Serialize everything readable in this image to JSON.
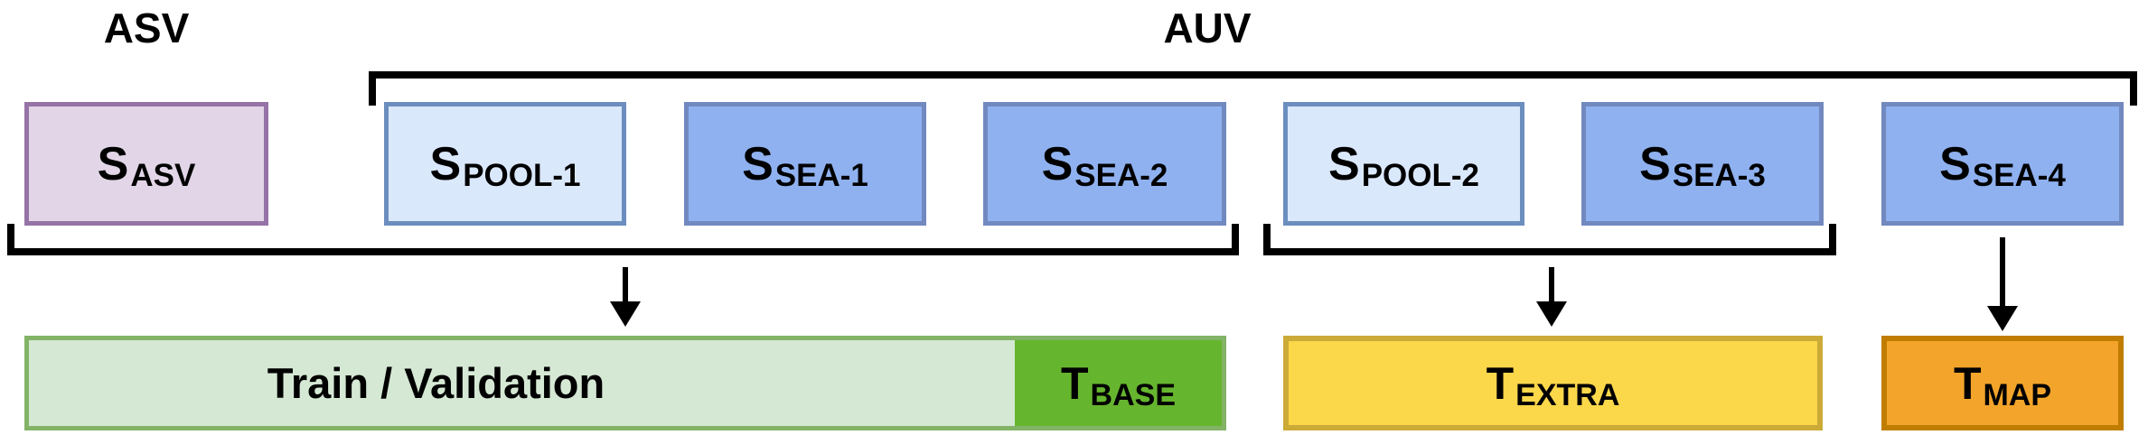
{
  "diagram": {
    "title": "dataset-split-diagram",
    "group_labels": {
      "asv": "ASV",
      "auv": "AUV"
    },
    "source_boxes": [
      {
        "main": "S",
        "sub": "ASV",
        "group": "asv",
        "fill": "#e1d5e7",
        "border": "#9673a6"
      },
      {
        "main": "S",
        "sub": "POOL-1",
        "group": "auv",
        "fill": "#dae8fc",
        "border": "#6c8ebf"
      },
      {
        "main": "S",
        "sub": "SEA-1",
        "group": "auv",
        "fill": "#8fb1f0",
        "border": "#7189bf"
      },
      {
        "main": "S",
        "sub": "SEA-2",
        "group": "auv",
        "fill": "#8fb1f0",
        "border": "#7189bf"
      },
      {
        "main": "S",
        "sub": "POOL-2",
        "group": "auv",
        "fill": "#dae8fc",
        "border": "#6c8ebf"
      },
      {
        "main": "S",
        "sub": "SEA-3",
        "group": "auv",
        "fill": "#8fb1f0",
        "border": "#7189bf"
      },
      {
        "main": "S",
        "sub": "SEA-4",
        "group": "auv",
        "fill": "#8fb1f0",
        "border": "#7189bf"
      }
    ],
    "target_boxes": {
      "train_validation": {
        "label": "Train / Validation",
        "fill": "#d5e8d4",
        "border": "#82b366"
      },
      "base": {
        "main": "T",
        "sub": "BASE",
        "fill": "#66b52e"
      },
      "extra": {
        "main": "T",
        "sub": "EXTRA",
        "fill": "#fbd74a",
        "border": "#cbaa38"
      },
      "map": {
        "main": "T",
        "sub": "MAP",
        "fill": "#f3a42a",
        "border": "#c07d00"
      }
    },
    "line_color": "#000000"
  }
}
